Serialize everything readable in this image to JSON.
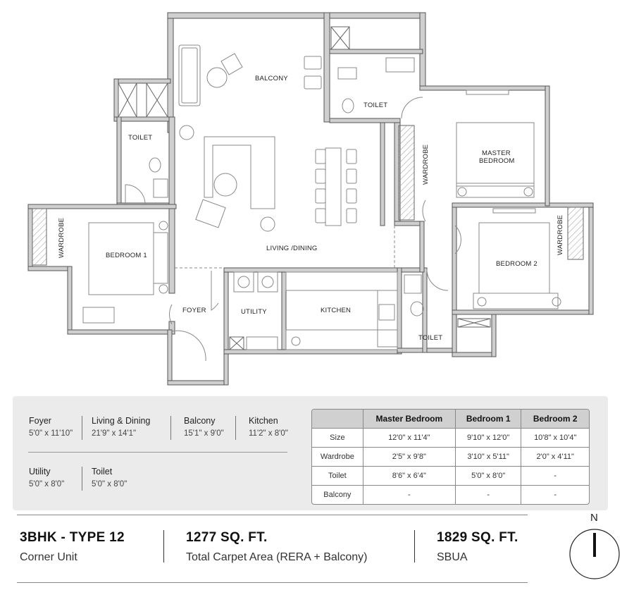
{
  "rooms": {
    "balcony": "BALCONY",
    "toilet_top": "TOILET",
    "toilet_left": "TOILET",
    "master_bedroom_line1": "MASTER",
    "master_bedroom_line2": "BEDROOM",
    "wardrobe_master": "WARDROBE",
    "wardrobe_left": "WARDROBE",
    "wardrobe_bed2": "WARDROBE",
    "bedroom1": "BEDROOM 1",
    "living_dining": "LIVING /DINING",
    "bedroom2": "BEDROOM 2",
    "foyer": "FOYER",
    "utility": "UTILITY",
    "kitchen": "KITCHEN",
    "toilet_bed2": "TOILET"
  },
  "dimensions": [
    {
      "name": "Foyer",
      "size": "5'0\" x 11'10\""
    },
    {
      "name": "Living & Dining",
      "size": "21'9\" x 14'1\""
    },
    {
      "name": "Balcony",
      "size": "15'1\" x 9'0\""
    },
    {
      "name": "Kitchen",
      "size": "11'2\" x 8'0\""
    },
    {
      "name": "Utility",
      "size": "5'0\" x 8'0\""
    },
    {
      "name": "Toilet",
      "size": "5'0\" x 8'0\""
    }
  ],
  "table": {
    "headers": [
      "",
      "Master Bedroom",
      "Bedroom 1",
      "Bedroom 2"
    ],
    "rows": [
      {
        "label": "Size",
        "cells": [
          "12'0\" x 11'4\"",
          "9'10\" x 12'0\"",
          "10'8\" x 10'4\""
        ]
      },
      {
        "label": "Wardrobe",
        "cells": [
          "2'5\" x 9'8\"",
          "3'10\" x 5'11\"",
          "2'0\" x 4'11\""
        ]
      },
      {
        "label": "Toilet",
        "cells": [
          "8'6\" x 6'4\"",
          "5'0\" x 8'0\"",
          "-"
        ]
      },
      {
        "label": "Balcony",
        "cells": [
          "-",
          "-",
          "-"
        ]
      }
    ]
  },
  "footer": {
    "type": "3BHK - TYPE 12",
    "unit": "Corner Unit",
    "carpet_area": "1277 SQ. FT.",
    "carpet_label": "Total Carpet Area (RERA + Balcony)",
    "sbua_area": "1829 SQ. FT.",
    "sbua_label": "SBUA",
    "north": "N"
  },
  "colors": {
    "wall_fill": "#c9c9c9",
    "wall_stroke": "#555555",
    "panel_bg": "#ebebeb",
    "table_header_bg": "#d0d0d0"
  }
}
